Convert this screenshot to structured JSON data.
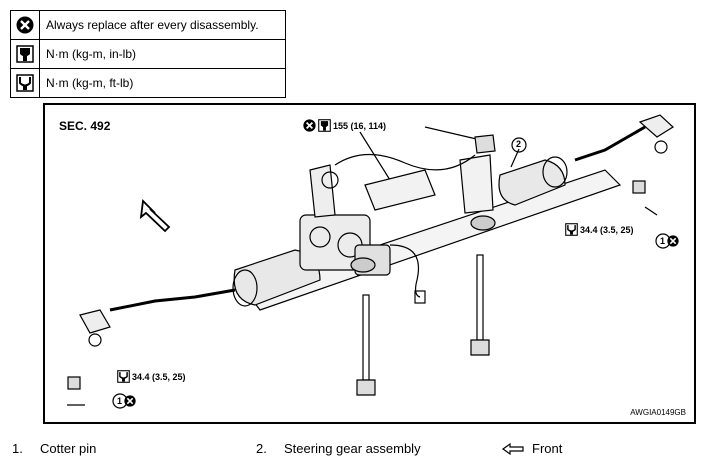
{
  "legend": {
    "rows": [
      {
        "icon": "cross-circle-icon",
        "text": "Always replace after every disassembly."
      },
      {
        "icon": "torque-wrench-inlb-icon",
        "text": "N·m (kg-m, in-lb)"
      },
      {
        "icon": "torque-wrench-ftlb-icon",
        "text": "N·m (kg-m, ft-lb)"
      }
    ]
  },
  "figure": {
    "section": "SEC. 492",
    "code": "AWGIA0149GB",
    "callouts": {
      "top_torque": "155 (16, 114)",
      "right_torque": "34.4 (3.5, 25)",
      "left_torque": "34.4 (3.5, 25)",
      "part_1_right": "1",
      "part_2": "2",
      "part_1_left": "1"
    }
  },
  "captions": [
    {
      "num": "1.",
      "text": "Cotter pin"
    },
    {
      "num": "2.",
      "text": "Steering gear assembly"
    },
    {
      "num": "",
      "text": "Front"
    }
  ]
}
